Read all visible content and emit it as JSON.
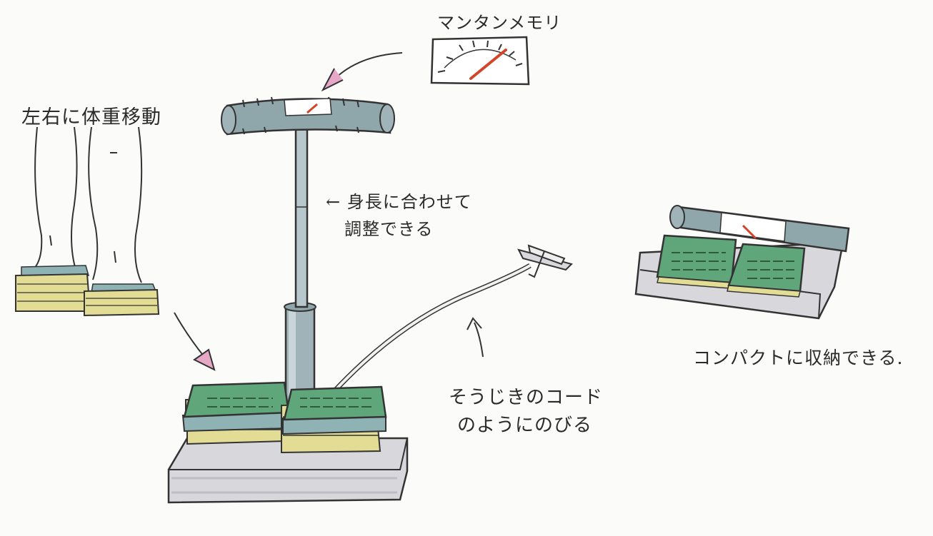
{
  "annotations": {
    "gauge_label": "マンタンメモリ",
    "weight_shift": "左右に体重移動",
    "height_adjust_line1": "← 身長に合わせて",
    "height_adjust_line2": "調整できる",
    "cord_line1": "そうじきのコード",
    "cord_line2": "のようにのびる",
    "compact_storage": "コンパクトに収納できる."
  },
  "colors": {
    "paper": "#fbfbfa",
    "ink": "#2a2a2a",
    "steel_blue": "#8fa6ab",
    "pad_green": "#5fa77a",
    "cushion_yellow": "#e3dc95",
    "base_gray": "#d8d8dc",
    "arrow_pink": "#e7a8c8",
    "needle_red": "#d2452a"
  },
  "icons": [
    "gauge-icon",
    "arrow-icon",
    "clamp-icon"
  ]
}
